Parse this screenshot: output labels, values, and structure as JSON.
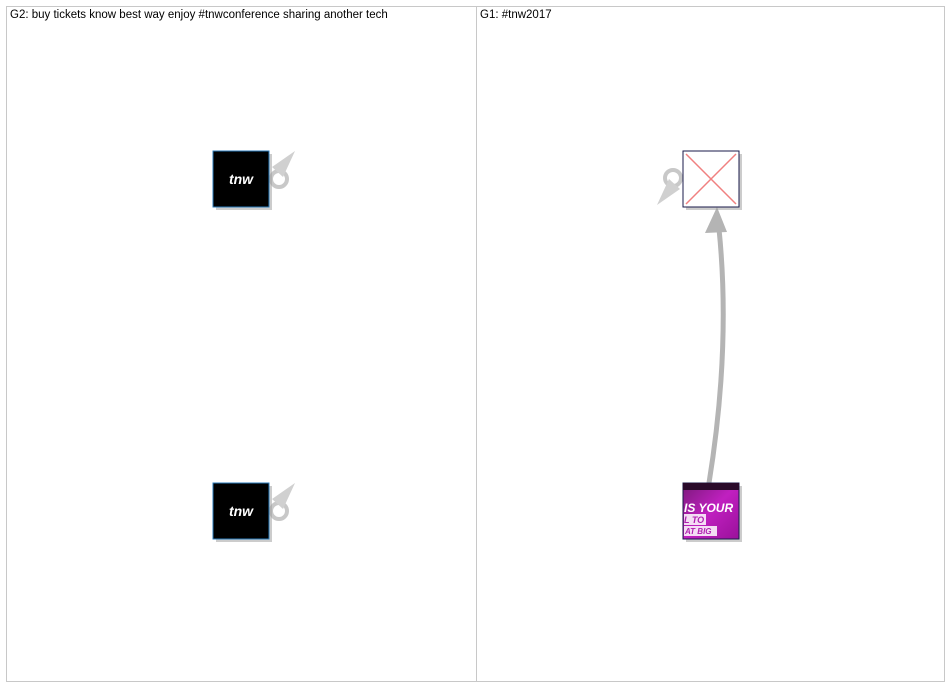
{
  "panels": [
    {
      "title": "G2: buy tickets know best way enjoy #tnwconference sharing another tech"
    },
    {
      "title": "G1: #tnw2017"
    }
  ],
  "nodes": {
    "tnw_logo_text": "tnw",
    "banner_text_1": "IS YOUR",
    "banner_text_2": "L TO",
    "banner_text_3": "AT BIG"
  },
  "colors": {
    "edge": "#b4b4b4",
    "node_border_blue": "#2a7ab8",
    "node_border_navy": "#1a1a4a",
    "broken_image_x": "#f08080",
    "tnw_bg": "#000000",
    "banner_bg": "#b01fb0"
  }
}
